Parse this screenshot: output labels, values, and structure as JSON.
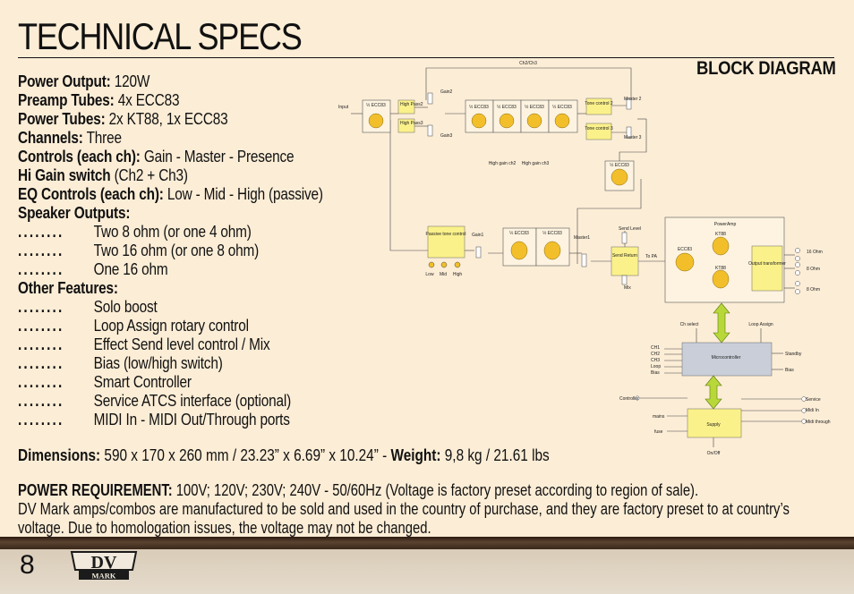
{
  "page": {
    "title": "TECHNICAL SPECS",
    "page_number": "8"
  },
  "specs": [
    {
      "label": "Power Output:",
      "value": " 120W"
    },
    {
      "label": "Preamp Tubes:",
      "value": " 4x ECC83"
    },
    {
      "label": "Power Tubes:",
      "value": " 2x KT88, 1x ECC83"
    },
    {
      "label": "Channels:",
      "value": " Three"
    },
    {
      "label": "Controls (each ch):",
      "value": " Gain - Master - Presence"
    },
    {
      "label": "Hi Gain switch",
      "value": " (Ch2 + Ch3)"
    },
    {
      "label": "EQ Controls (each ch):",
      "value": " Low - Mid - High (passive)"
    },
    {
      "label": "Speaker Outputs:",
      "value": ""
    }
  ],
  "speaker_outputs": {
    "leader": "........",
    "items": [
      "Two 8 ohm (or one 4 ohm)",
      "Two 16 ohm (or one 8 ohm)",
      "One 16 ohm"
    ]
  },
  "other_features": {
    "label": "Other Features:",
    "leader": "........",
    "items": [
      "Solo boost",
      "Loop Assign rotary control",
      "Effect Send level control / Mix",
      "Bias (low/high switch)",
      "Smart Controller",
      "Service ATCS interface (optional)",
      "MIDI In - MIDI Out/Through ports"
    ]
  },
  "dimensions": {
    "label": "Dimensions:",
    "value": " 590 x 170 x 260 mm / 23.23” x 6.69” x 10.24” - ",
    "weight_label": "Weight:",
    "weight_value": " 9,8 kg / 21.61 lbs"
  },
  "power_requirement": {
    "label": "POWER REQUIREMENT:",
    "value": " 100V; 120V; 230V; 240V - 50/60Hz (Voltage is factory preset according to region of sale).",
    "note": "DV Mark amps/combos are manufactured to be sold and used in the country of purchase, and they are factory preset to at country’s voltage. Due to homologation issues, the voltage may not be changed."
  },
  "logo": {
    "top": "DV",
    "bottom": "MARK"
  },
  "block_diagram": {
    "title": "BLOCK DIAGRAM",
    "labels": {
      "ch2ch3": "Ch2/Ch3",
      "input": "Input",
      "ecc83_half": "½ ECC83",
      "high_pass2": "High Pass2",
      "high_pass3": "High Pass3",
      "gain2": "Gain2",
      "gain3": "Gain3",
      "tone_control_2": "Tone control 2",
      "tone_control_3": "Tone control 3",
      "master2": "Master 2",
      "master3": "Master 3",
      "high_gain_ch2": "High gain ch2",
      "high_gain_ch3": "High gain ch3",
      "passive_tone_control": "Passive tone control",
      "low": "Low",
      "mid": "Mid",
      "high": "High",
      "gain1": "Gain1",
      "master1": "Master1",
      "send_level": "Send Level",
      "send_return": "Send Return",
      "mix": "Mix",
      "to_pa": "To PA",
      "poweramp": "PowerAmp",
      "ecc83": "ECC83",
      "kt88": "KT88",
      "output_transformer": "Output transformer",
      "ohm16": "16 Ohm",
      "ohm8": "8 Ohm",
      "ch_select": "Ch select",
      "loop_assign": "Loop Assign",
      "ch1": "CH1",
      "ch2": "CH2",
      "ch3": "CH3",
      "loop": "Loop",
      "bias": "Bias",
      "microcontroller": "Microcontroller",
      "standby": "Standby",
      "service": "Service",
      "midi_in": "Midi In",
      "midi_through": "Midi through",
      "controller": "Controller",
      "mains": "mains",
      "fuse": "fuse",
      "supply": "Supply",
      "on_off": "On/Off"
    }
  }
}
